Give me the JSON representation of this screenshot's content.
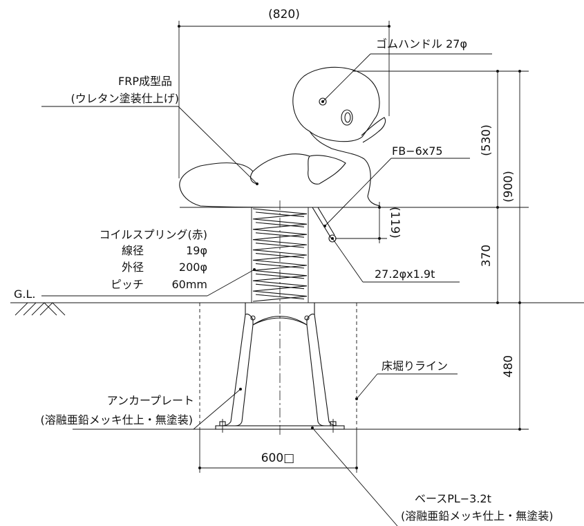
{
  "labels": {
    "width_820": "(820)",
    "rubber_handle": "ゴムハンドル 27φ",
    "frp_line1": "FRP成型品",
    "frp_line2": "(ウレタン塗装仕上げ)",
    "fb": "FB−6x75",
    "height_530": "(530)",
    "height_900": "(900)",
    "height_119": "(119)",
    "height_370": "370",
    "coil_line1": "コイルスプリング(赤)",
    "coil_wire_label": "線径",
    "coil_wire_value": "19φ",
    "coil_outer_label": "外径",
    "coil_outer_value": "200φ",
    "coil_pitch_label": "ピッチ",
    "coil_pitch_value": "60mm",
    "pipe": "27.2φx1.9t",
    "ground_level": "G.L.",
    "excavation_line": "床堀りライン",
    "height_480": "480",
    "anchor_line1": "アンカープレート",
    "anchor_line2": "(溶融亜鉛メッキ仕上・無塗装)",
    "width_600": "600□",
    "base_line1": "ベースPL−3.2t",
    "base_line2": "(溶融亜鉛メッキ仕上・無塗装)"
  },
  "spring": {
    "turns": 9
  }
}
